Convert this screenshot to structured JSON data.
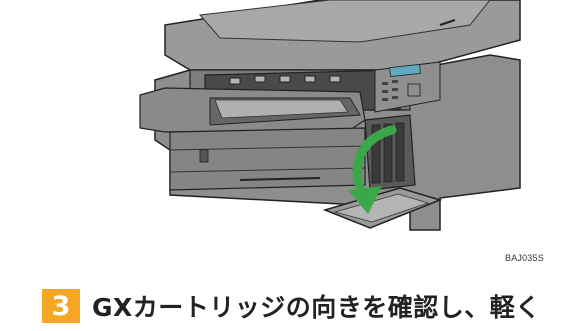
{
  "figure": {
    "code": "BAJ035S",
    "icon": "printer-illustration",
    "arrow_color": "#3aa848"
  },
  "step": {
    "number": "3",
    "text": "GXカートリッジの向きを確認し、軽く",
    "badge_color": "#f5a623"
  }
}
